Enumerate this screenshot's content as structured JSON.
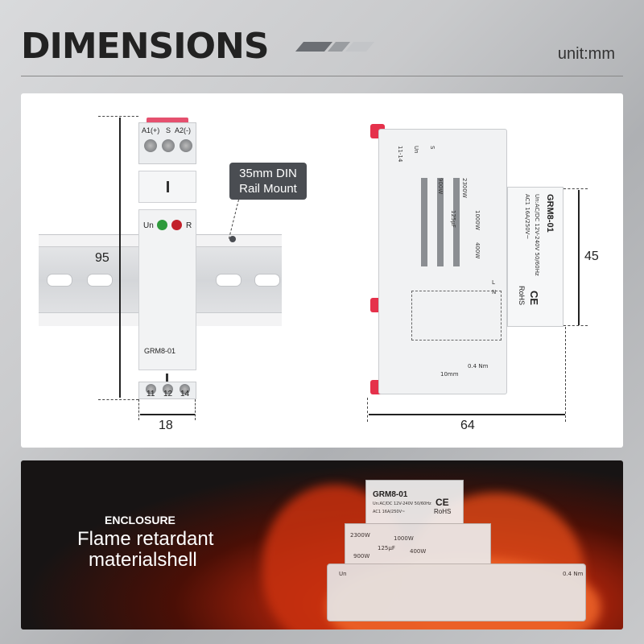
{
  "header": {
    "title": "DIMENSIONS",
    "unit": "unit:mm",
    "stripe_colors": [
      "#6b6e73",
      "#9a9da1",
      "#c3c5c8"
    ]
  },
  "front_view": {
    "terminals_top": [
      "A1(+)",
      "S",
      "A2(-)"
    ],
    "led_un_label": "Un",
    "led_r_label": "R",
    "model_label": "GRM8-01",
    "terminals_bottom": [
      "11",
      "12",
      "14"
    ],
    "rail_callout_line1": "35mm DIN",
    "rail_callout_line2": "Rail Mount",
    "height": "95",
    "width": "18",
    "led_un_color": "#2e9a3c",
    "led_r_color": "#c2202a"
  },
  "side_view": {
    "model": "GRM8-01",
    "spec_line1": "Un:AC/DC 12V-240V 50/60Hz",
    "spec_line2": "AC1 16A/250V~",
    "rohs": "RoHS",
    "ce": "CE",
    "depth": "64",
    "step_height": "45",
    "load_labels": [
      "2300W",
      "900W",
      "125μF",
      "1000W",
      "400W"
    ],
    "wiring_labels": [
      "11-14",
      "Un",
      "S",
      "L",
      "N"
    ],
    "bottom_labels": [
      "0.4 Nm",
      "10mm"
    ]
  },
  "enclosure": {
    "eyebrow": "ENCLOSURE",
    "line1": "Flame retardant",
    "line2": "materialshell",
    "device_model": "GRM8-01",
    "device_spec1": "Un:AC/DC 12V-240V 50/60Hz",
    "device_spec2": "AC1 16A/250V~",
    "device_rohs": "RoHS",
    "device_ce": "CE",
    "device_loads": [
      "2300W",
      "1000W",
      "125μF",
      "400W",
      "900W",
      "0.4 Nm"
    ],
    "device_un": "Un"
  }
}
